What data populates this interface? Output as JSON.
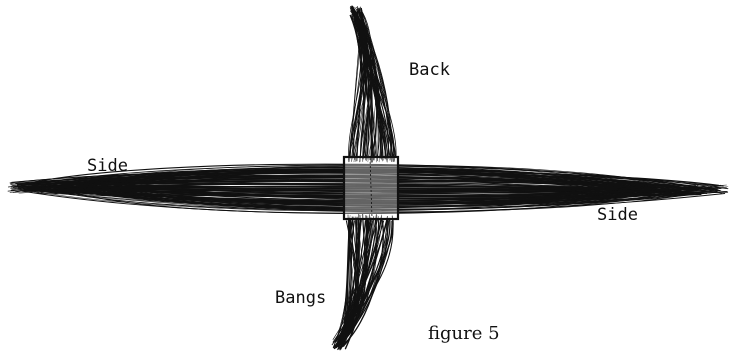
{
  "labels": {
    "back": "Back",
    "side_left": "Side",
    "side_right": "Side",
    "bangs": "Bangs"
  },
  "caption": "figure 5",
  "colors": {
    "ink": "#111111",
    "background": "#ffffff"
  }
}
